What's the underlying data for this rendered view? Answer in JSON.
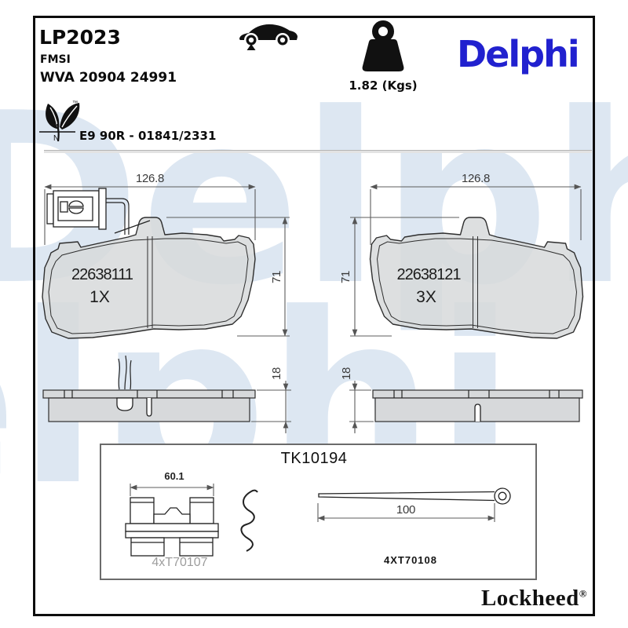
{
  "page": {
    "part_number": "LP2023",
    "fmsi_label": "FMSI",
    "wva_line": "WVA 20904 24991",
    "weight": "1.82 (Kgs)",
    "brand_logo": "Delphi",
    "homologation": "E9 90R - 01841/2331",
    "eco": {
      "tm": "™",
      "n": "N"
    },
    "watermark": "Delphi",
    "footer_brand": "Lockheed",
    "footer_reg": "®"
  },
  "views": {
    "front_left": {
      "part_number": "22638111",
      "quantity": "1X",
      "width_mm": "126.8",
      "height_mm": "71"
    },
    "front_right": {
      "part_number": "22638121",
      "quantity": "3X",
      "width_mm": "126.8",
      "height_mm": "71"
    },
    "side_left": {
      "thickness_mm": "18"
    },
    "side_right": {
      "thickness_mm": "18"
    }
  },
  "accessory_kit": {
    "kit_code": "TK10194",
    "retainer_clip": {
      "width_mm": "60.1",
      "label": "4xT70107"
    },
    "cotter_pin": {
      "length_mm": "100",
      "label": "4XT70108"
    }
  },
  "colors": {
    "brand_blue": "#2121cf",
    "watermark_blue": "#dde7f2",
    "pad_fill": "#d7d9db"
  }
}
